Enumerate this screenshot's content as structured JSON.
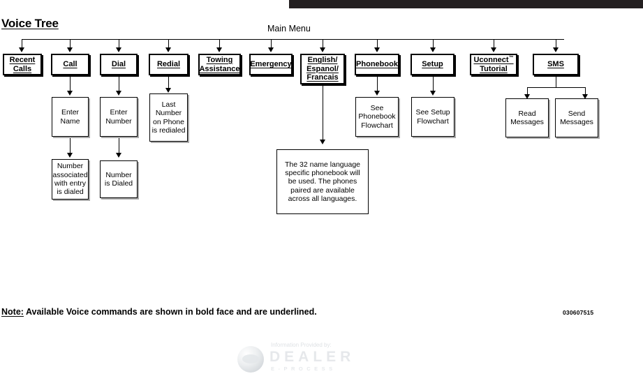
{
  "document": {
    "title": "Voice Tree",
    "main_menu_label": "Main Menu",
    "doc_code": "030607515",
    "top_bar_color": "#231f20"
  },
  "footer": {
    "note_word": "Note:",
    "note_text": " Available Voice commands are shown in bold face and are underlined."
  },
  "watermark": {
    "provided_by": "Information Provided by:",
    "brand": "DEALER",
    "tagline": "E-PROCESS"
  },
  "diagram": {
    "type": "flowchart",
    "root_label": "Main Menu",
    "menu_items": [
      {
        "id": "recent-calls",
        "label": "Recent Calls",
        "lines": [
          "Recent",
          "Calls"
        ]
      },
      {
        "id": "call",
        "label": "Call",
        "lines": [
          "Call"
        ]
      },
      {
        "id": "dial",
        "label": "Dial",
        "lines": [
          "Dial"
        ]
      },
      {
        "id": "redial",
        "label": "Redial",
        "lines": [
          "Redial"
        ]
      },
      {
        "id": "towing-assistance",
        "label": "Towing Assistance",
        "lines": [
          "Towing",
          "Assistance"
        ]
      },
      {
        "id": "emergency",
        "label": "Emergency",
        "lines": [
          "Emergency"
        ]
      },
      {
        "id": "language",
        "label": "English/ Espanol/ Francais",
        "lines": [
          "English/",
          "Espanol/",
          "Francais"
        ]
      },
      {
        "id": "phonebook",
        "label": "Phonebook",
        "lines": [
          "Phonebook"
        ]
      },
      {
        "id": "setup",
        "label": "Setup",
        "lines": [
          "Setup"
        ]
      },
      {
        "id": "uconnect-tutorial",
        "label": "Uconnect™ Tutorial",
        "lines": [
          "Uconnect",
          "Tutorial"
        ],
        "trademark": "™"
      },
      {
        "id": "sms",
        "label": "SMS",
        "lines": [
          "SMS"
        ]
      }
    ],
    "result_nodes": [
      {
        "id": "enter-name",
        "parent": "call",
        "lines": [
          "Enter",
          "Name"
        ]
      },
      {
        "id": "enter-number",
        "parent": "dial",
        "lines": [
          "Enter",
          "Number"
        ]
      },
      {
        "id": "last-number-redialed",
        "parent": "redial",
        "lines": [
          "Last",
          "Number",
          "on Phone",
          "is redialed"
        ]
      },
      {
        "id": "number-associated-dialed",
        "parent": "enter-name",
        "lines": [
          "Number",
          "associated",
          "with entry",
          "is dialed"
        ]
      },
      {
        "id": "number-is-dialed",
        "parent": "enter-number",
        "lines": [
          "Number",
          "is Dialed"
        ]
      },
      {
        "id": "see-phonebook-flowchart",
        "parent": "phonebook",
        "lines": [
          "See",
          "Phonebook",
          "Flowchart"
        ]
      },
      {
        "id": "see-setup-flowchart",
        "parent": "setup",
        "lines": [
          "See Setup",
          "Flowchart"
        ]
      },
      {
        "id": "read-messages",
        "parent": "sms",
        "lines": [
          "Read",
          "Messages"
        ]
      },
      {
        "id": "send-messages",
        "parent": "sms",
        "lines": [
          "Send",
          "Messages"
        ]
      }
    ],
    "language_note": {
      "id": "language-note",
      "parent": "language",
      "text": "The 32 name language specific phonebook will be used. The phones paired are available across all languages."
    }
  }
}
